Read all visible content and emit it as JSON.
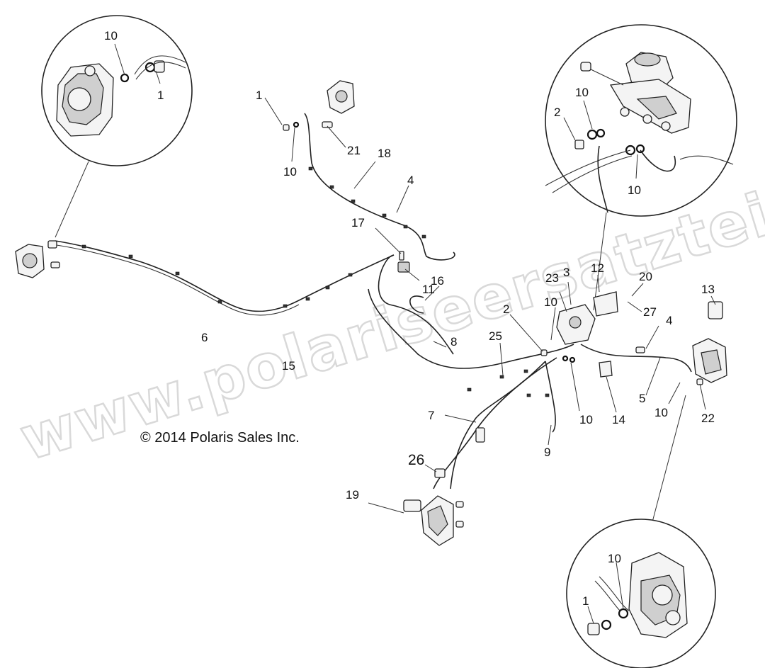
{
  "watermark": "www.polariseersatzteile.de",
  "copyright": "© 2014 Polaris Sales Inc.",
  "callouts": [
    {
      "id": "c-10-a",
      "text": "10"
    },
    {
      "id": "c-1-a",
      "text": "1"
    },
    {
      "id": "c-1-b",
      "text": "1"
    },
    {
      "id": "c-10-b",
      "text": "10"
    },
    {
      "id": "c-21",
      "text": "21"
    },
    {
      "id": "c-18",
      "text": "18"
    },
    {
      "id": "c-4-a",
      "text": "4"
    },
    {
      "id": "c-17",
      "text": "17"
    },
    {
      "id": "c-11",
      "text": "11"
    },
    {
      "id": "c-6",
      "text": "6"
    },
    {
      "id": "c-15",
      "text": "15"
    },
    {
      "id": "c-16",
      "text": "16"
    },
    {
      "id": "c-8",
      "text": "8"
    },
    {
      "id": "c-2-a",
      "text": "2"
    },
    {
      "id": "c-10-c",
      "text": "10"
    },
    {
      "id": "c-23",
      "text": "23"
    },
    {
      "id": "c-3",
      "text": "3"
    },
    {
      "id": "c-12",
      "text": "12"
    },
    {
      "id": "c-20",
      "text": "20"
    },
    {
      "id": "c-13",
      "text": "13"
    },
    {
      "id": "c-27",
      "text": "27"
    },
    {
      "id": "c-4-b",
      "text": "4"
    },
    {
      "id": "c-25",
      "text": "25"
    },
    {
      "id": "c-7",
      "text": "7"
    },
    {
      "id": "c-9",
      "text": "9"
    },
    {
      "id": "c-10-d",
      "text": "10"
    },
    {
      "id": "c-14",
      "text": "14"
    },
    {
      "id": "c-5",
      "text": "5"
    },
    {
      "id": "c-10-e",
      "text": "10"
    },
    {
      "id": "c-22",
      "text": "22"
    },
    {
      "id": "c-26",
      "text": "26"
    },
    {
      "id": "c-19",
      "text": "19"
    },
    {
      "id": "c-2-b",
      "text": "2"
    },
    {
      "id": "c-10-f",
      "text": "10"
    },
    {
      "id": "c-10-g",
      "text": "10"
    },
    {
      "id": "c-10-h",
      "text": "10"
    },
    {
      "id": "c-1-c",
      "text": "1"
    }
  ]
}
